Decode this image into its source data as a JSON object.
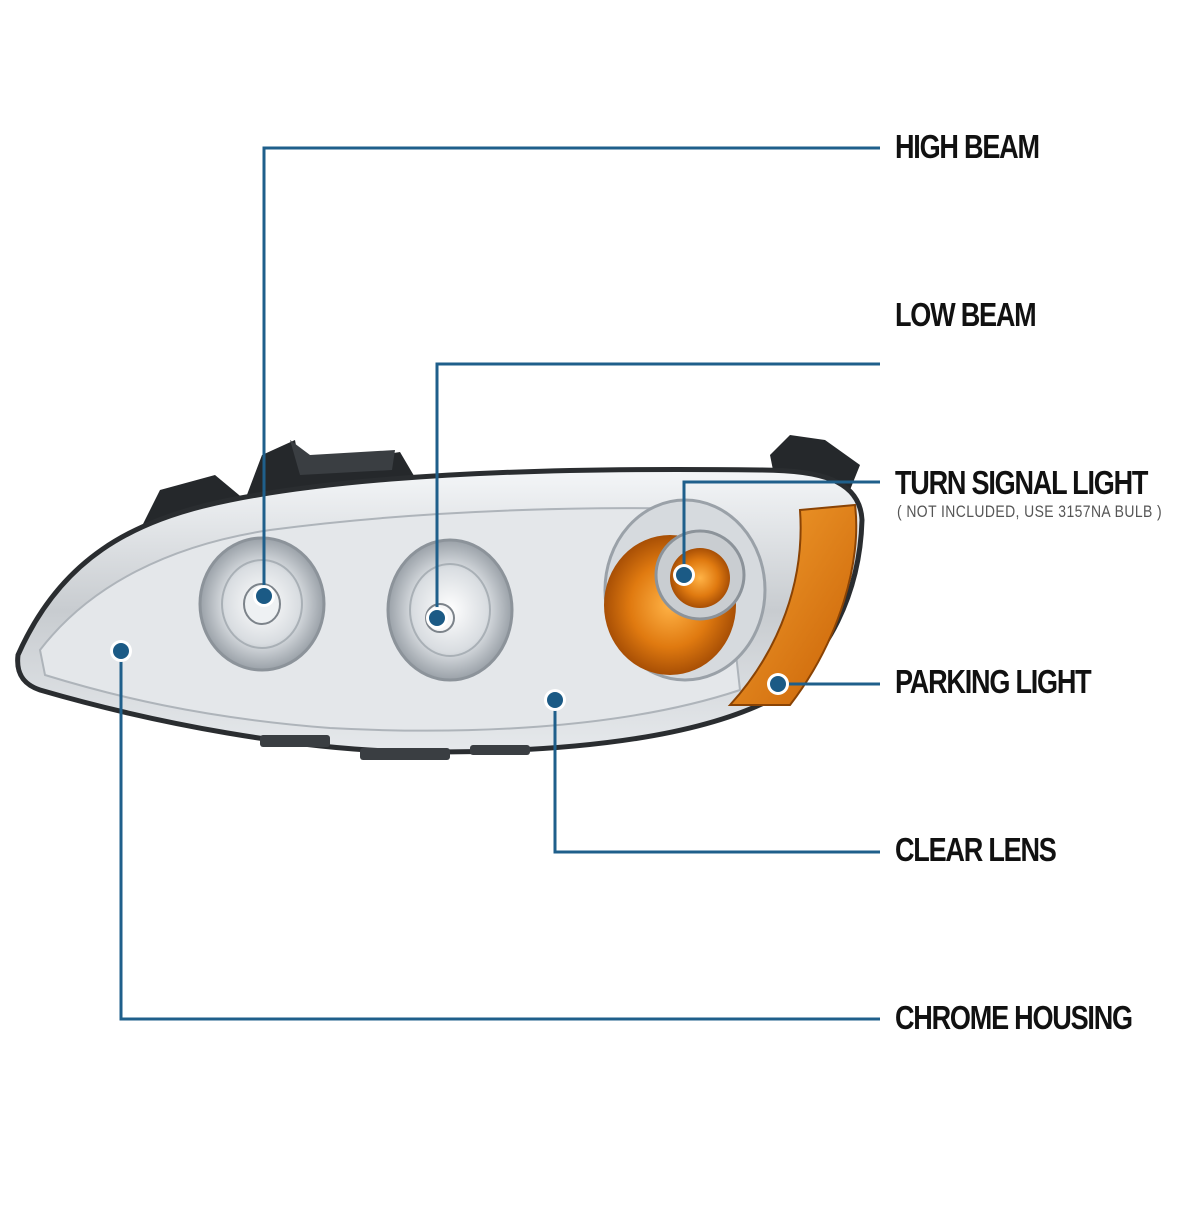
{
  "colors": {
    "leader": "#1f5f8b",
    "dot": "#1b5a85",
    "amber": "#e07a10",
    "chrome": "#c9cdd1",
    "housing": "#2a2d30"
  },
  "image": {
    "subject": "car-headlight-assembly-icon"
  },
  "callouts": [
    {
      "id": "high_beam",
      "label": "HIGH BEAM"
    },
    {
      "id": "low_beam",
      "label": "LOW BEAM"
    },
    {
      "id": "turn_signal",
      "label": "TURN SIGNAL LIGHT",
      "note": "( NOT INCLUDED, USE  3157NA  BULB )"
    },
    {
      "id": "parking",
      "label": "PARKING LIGHT"
    },
    {
      "id": "clear_lens",
      "label": "CLEAR LENS"
    },
    {
      "id": "chrome_housing",
      "label": "CHROME HOUSING"
    }
  ]
}
